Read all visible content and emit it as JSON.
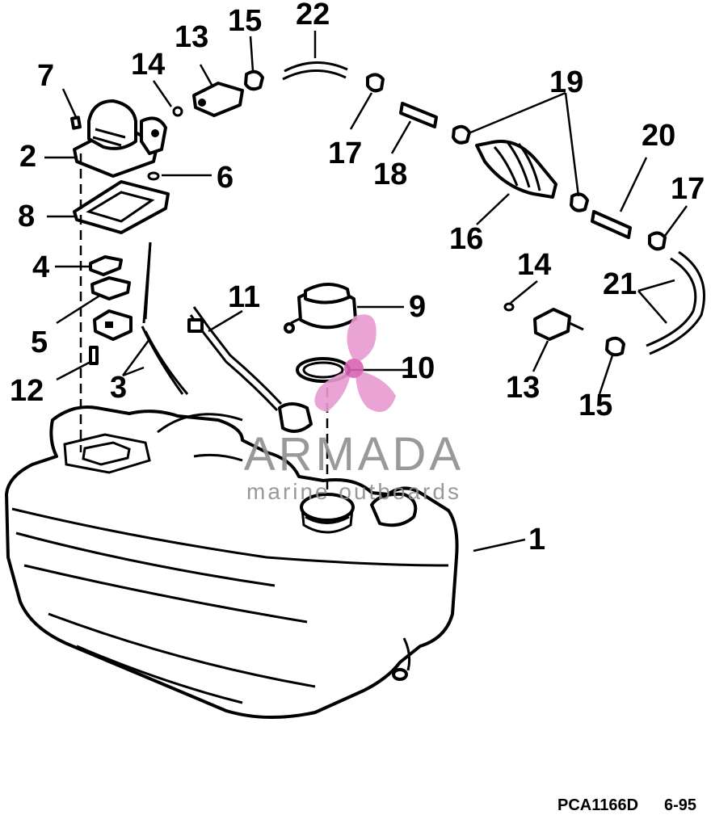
{
  "callouts": {
    "c1": "1",
    "c2": "2",
    "c3": "3",
    "c4": "4",
    "c5": "5",
    "c6": "6",
    "c7": "7",
    "c8": "8",
    "c9": "9",
    "c10": "10",
    "c11": "11",
    "c12": "12",
    "c13a": "13",
    "c13b": "13",
    "c14a": "14",
    "c14b": "14",
    "c15a": "15",
    "c15b": "15",
    "c16": "16",
    "c17a": "17",
    "c17b": "17",
    "c18": "18",
    "c19": "19",
    "c20": "20",
    "c21": "21",
    "c22": "22"
  },
  "watermark": {
    "brand": "ARMADA",
    "tagline": "marine outboards",
    "color": "#e79ad0"
  },
  "footer": {
    "code": "PCA1166D",
    "date": "6-95"
  }
}
